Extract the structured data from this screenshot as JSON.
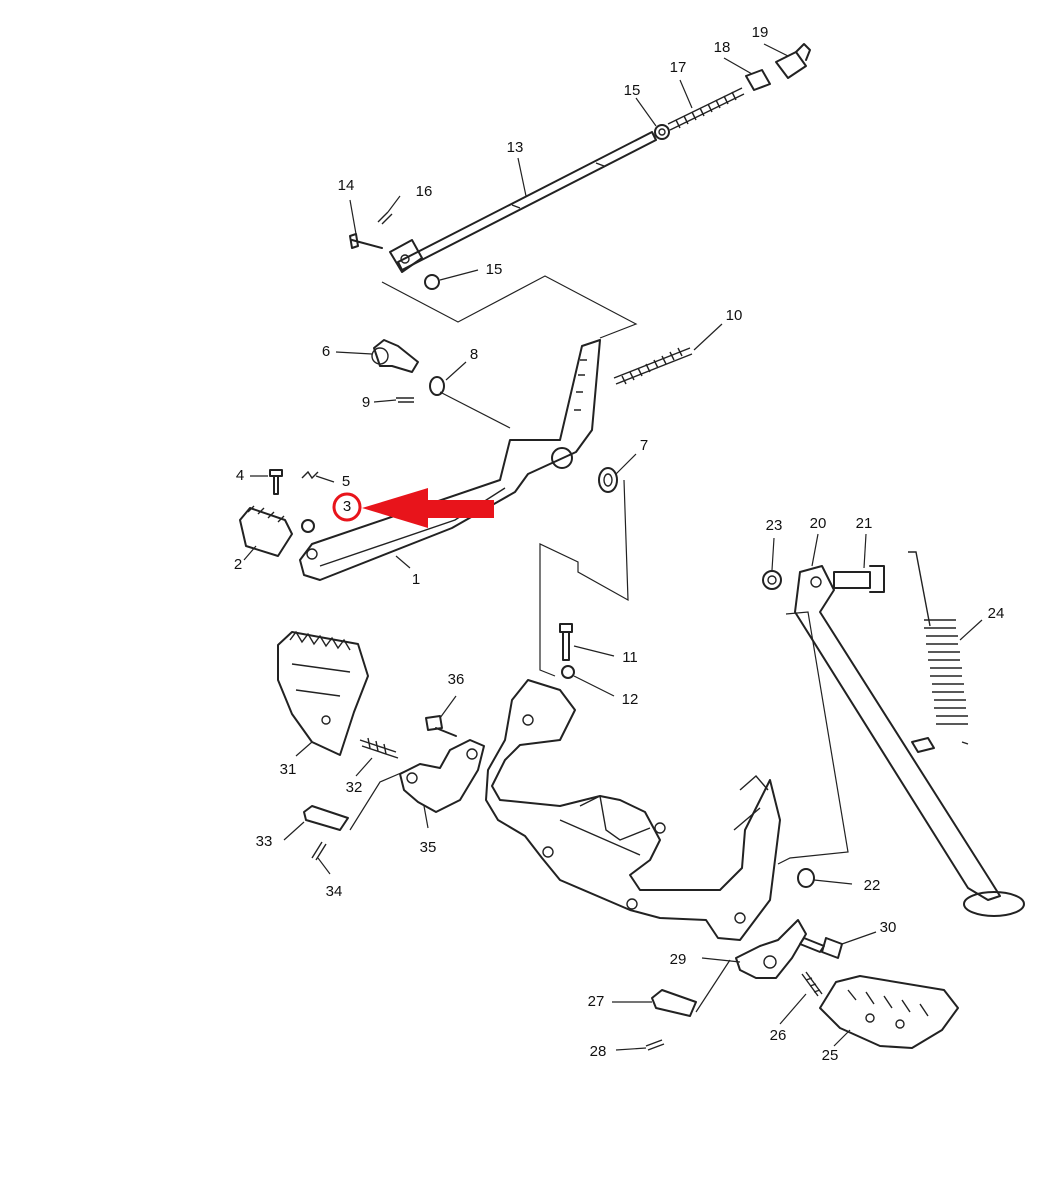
{
  "labels": [
    "1",
    "2",
    "3",
    "4",
    "5",
    "6",
    "7",
    "8",
    "9",
    "10",
    "11",
    "12",
    "13",
    "14",
    "15",
    "15",
    "16",
    "17",
    "18",
    "19",
    "20",
    "21",
    "22",
    "23",
    "24",
    "25",
    "26",
    "27",
    "28",
    "29",
    "30",
    "31",
    "32",
    "33",
    "34",
    "35",
    "36"
  ],
  "highlight": {
    "label_index": 2,
    "color": "#e8141b"
  },
  "colors": {
    "line": "#222222",
    "highlight": "#e8141b"
  }
}
